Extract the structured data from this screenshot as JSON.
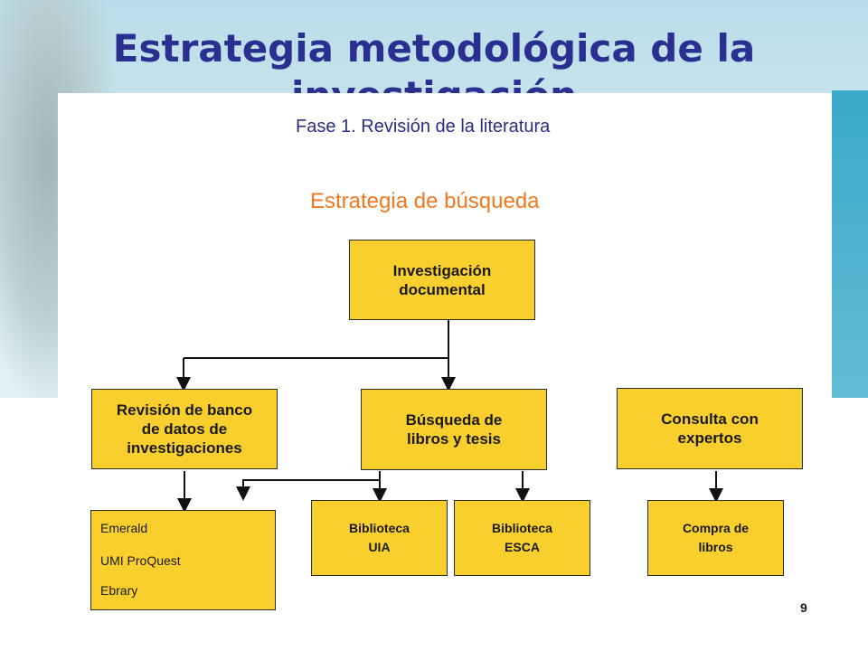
{
  "slide": {
    "title": "Estrategia metodológica de la investigación",
    "page_number": "9"
  },
  "diagram": {
    "phase_label": "Fase 1. Revisión de la literatura",
    "strategy_label": "Estrategia de búsqueda",
    "nodes": {
      "root": "Investigación\ndocumental",
      "databases": "Revisión de banco\nde datos de\ninvestigaciones",
      "books": "Búsqueda de\nlibros y tesis",
      "experts": "Consulta con\nexpertos",
      "uia": "Biblioteca\nUIA",
      "esca": "Biblioteca\nESCA",
      "purchase": "Compra de\nlibros"
    },
    "sources": [
      "Emerald",
      "UMI ProQuest",
      "Ebrary"
    ]
  }
}
